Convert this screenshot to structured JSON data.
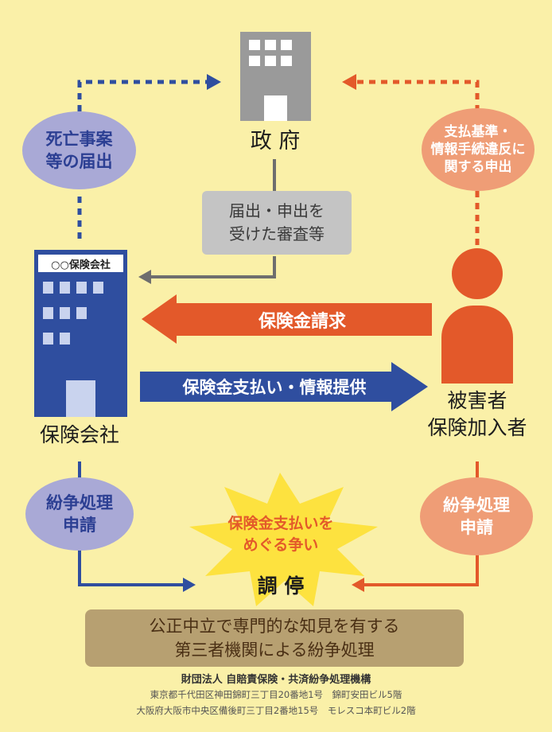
{
  "nodes": {
    "government": {
      "label": "政 府"
    },
    "insurer": {
      "sign": "○○保険会社",
      "label": "保険会社"
    },
    "victim": {
      "label": "被害者\n保険加入者"
    }
  },
  "ovals": {
    "death_report": "死亡事案\n等の届出",
    "payment_complaint": "支払基準・\n情報手続違反に\n関する申出",
    "dispute_left": "紛争処理\n申請",
    "dispute_right": "紛争処理\n申請"
  },
  "review_box": "届出・申出を\n受けた審査等",
  "arrows": {
    "claim": "保険金請求",
    "payment": "保険金支払い・情報提供"
  },
  "dispute": {
    "burst": "保険金支払いを\nめぐる争い",
    "mediation": "調 停"
  },
  "banner": "公正中立で専門的な知見を有する\n第三者機関による紛争処理",
  "footer": {
    "org": "財団法人 自賠責保険・共済紛争処理機構",
    "addr1": "東京都千代田区神田錦町三丁目20番地1号　錦町安田ビル5階",
    "addr2": "大阪府大阪市中央区備後町三丁目2番地15号　モレスコ本町ビル2階"
  },
  "colors": {
    "background": "#faf0a8",
    "blue": "#2f4e9f",
    "blue_oval": "#a9a9d6",
    "orange": "#e3592a",
    "orange_oval": "#ef9d76",
    "gray_building": "#9a9a9a",
    "burst": "#fde23f",
    "banner": "#b7a071"
  },
  "icons": [
    "government-building-icon",
    "insurer-building-icon",
    "person-icon",
    "burst-shape"
  ]
}
